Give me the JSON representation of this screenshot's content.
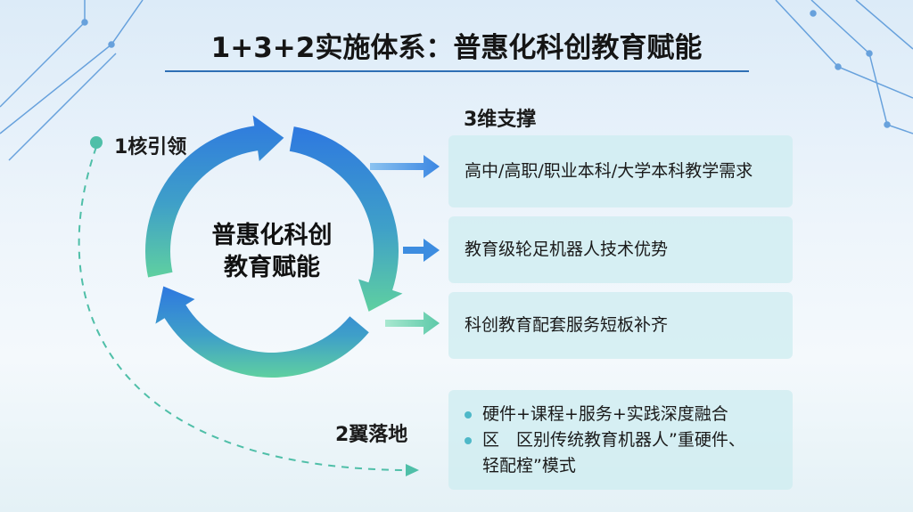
{
  "title": "1+3+2实施体系：普惠化科创教育赋能",
  "core": {
    "label": "1核引领",
    "center_line1": "普惠化科创",
    "center_line2": "教育赋能"
  },
  "support": {
    "label": "3维支撑",
    "items": [
      "高中/高职/职业本科/大学本科教学需求",
      "教育级轮足机器人技术优势",
      "科创教育配套服务短板补齐"
    ]
  },
  "wings": {
    "label": "2翼落地",
    "bullets": [
      "硬件+课程+服务+实践深度融合",
      "区　区别传统教育机器人”重硬件、轻配榁”模式"
    ]
  },
  "colors": {
    "accent": "#2f6fb5",
    "blue": "#2f7fe0",
    "green": "#5cc9a0",
    "card": "#cdeef0"
  }
}
